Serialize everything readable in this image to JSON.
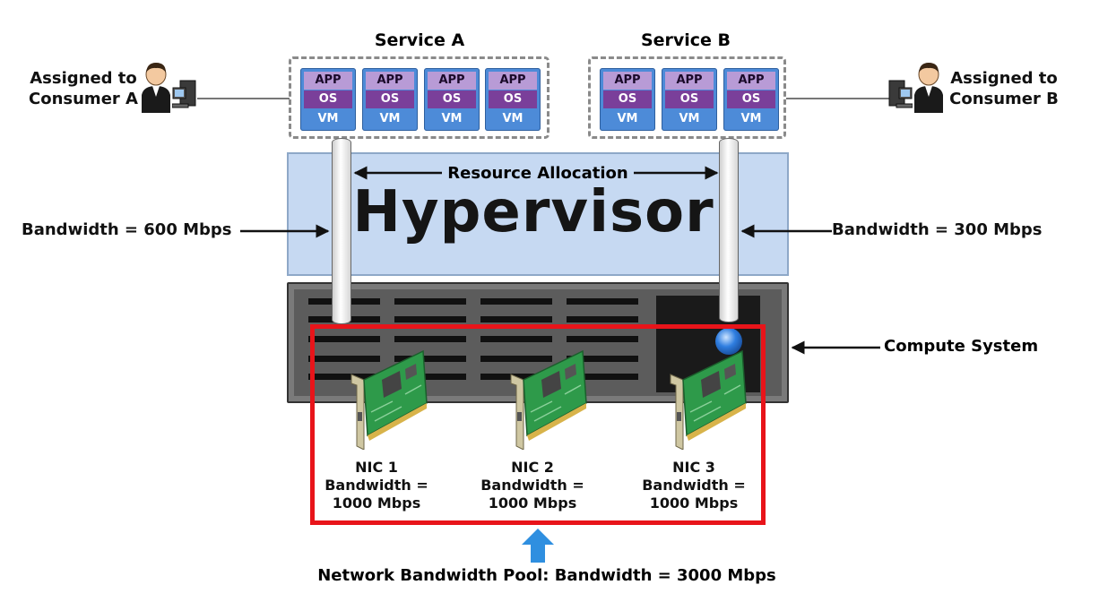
{
  "services": [
    {
      "title": "Service A",
      "vms": [
        {
          "app": "APP",
          "os": "OS",
          "vm": "VM"
        },
        {
          "app": "APP",
          "os": "OS",
          "vm": "VM"
        },
        {
          "app": "APP",
          "os": "OS",
          "vm": "VM"
        },
        {
          "app": "APP",
          "os": "OS",
          "vm": "VM"
        }
      ]
    },
    {
      "title": "Service B",
      "vms": [
        {
          "app": "APP",
          "os": "OS",
          "vm": "VM"
        },
        {
          "app": "APP",
          "os": "OS",
          "vm": "VM"
        },
        {
          "app": "APP",
          "os": "OS",
          "vm": "VM"
        }
      ]
    }
  ],
  "consumers": {
    "a": {
      "line1": "Assigned to",
      "line2": "Consumer A"
    },
    "b": {
      "line1": "Assigned to",
      "line2": "Consumer B"
    }
  },
  "hypervisor": {
    "title": "Hypervisor",
    "resource_allocation": "Resource Allocation"
  },
  "bandwidth": {
    "left": "Bandwidth = 600 Mbps",
    "right": "Bandwidth = 300 Mbps"
  },
  "compute_system": "Compute System",
  "nics": [
    {
      "name": "NIC 1",
      "line2": "Bandwidth =",
      "line3": "1000 Mbps"
    },
    {
      "name": "NIC 2",
      "line2": "Bandwidth =",
      "line3": "1000 Mbps"
    },
    {
      "name": "NIC 3",
      "line2": "Bandwidth =",
      "line3": "1000 Mbps"
    }
  ],
  "pool_label": "Network Bandwidth Pool: Bandwidth = 3000 Mbps",
  "colors": {
    "pool_border": "#e8141a",
    "hypervisor_fill": "#c6d9f2",
    "pool_arrow": "#2f8fe0",
    "vm_blue": "#4d8bd8",
    "os_purple": "#7a3f9a",
    "app_lavender": "#b89bd6"
  },
  "icons": [
    "user-icon",
    "computer-icon",
    "nic-card-icon",
    "up-arrow-icon"
  ]
}
